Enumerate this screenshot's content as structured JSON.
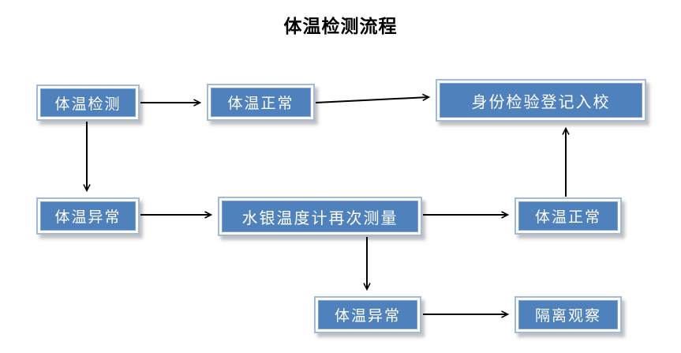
{
  "title": "体温检测流程",
  "diagram": {
    "type": "flowchart",
    "nodes": [
      {
        "id": "check",
        "label": "体温检测"
      },
      {
        "id": "normal1",
        "label": "体温正常"
      },
      {
        "id": "register",
        "label": "身份检验登记入校"
      },
      {
        "id": "abnormal1",
        "label": "体温异常"
      },
      {
        "id": "remeasure",
        "label": "水银温度计再次测量"
      },
      {
        "id": "normal2",
        "label": "体温正常"
      },
      {
        "id": "abnormal2",
        "label": "体温异常"
      },
      {
        "id": "isolate",
        "label": "隔离观察"
      }
    ],
    "edges": [
      {
        "from": "check",
        "to": "normal1"
      },
      {
        "from": "normal1",
        "to": "register"
      },
      {
        "from": "check",
        "to": "abnormal1"
      },
      {
        "from": "abnormal1",
        "to": "remeasure"
      },
      {
        "from": "remeasure",
        "to": "normal2"
      },
      {
        "from": "normal2",
        "to": "register"
      },
      {
        "from": "remeasure",
        "to": "abnormal2"
      },
      {
        "from": "abnormal2",
        "to": "isolate"
      }
    ],
    "colors": {
      "node_fill": "#4f81bd",
      "node_border": "#a3bbd9",
      "node_text": "#ffffff",
      "arrow": "#000000",
      "background": "#ffffff"
    }
  }
}
